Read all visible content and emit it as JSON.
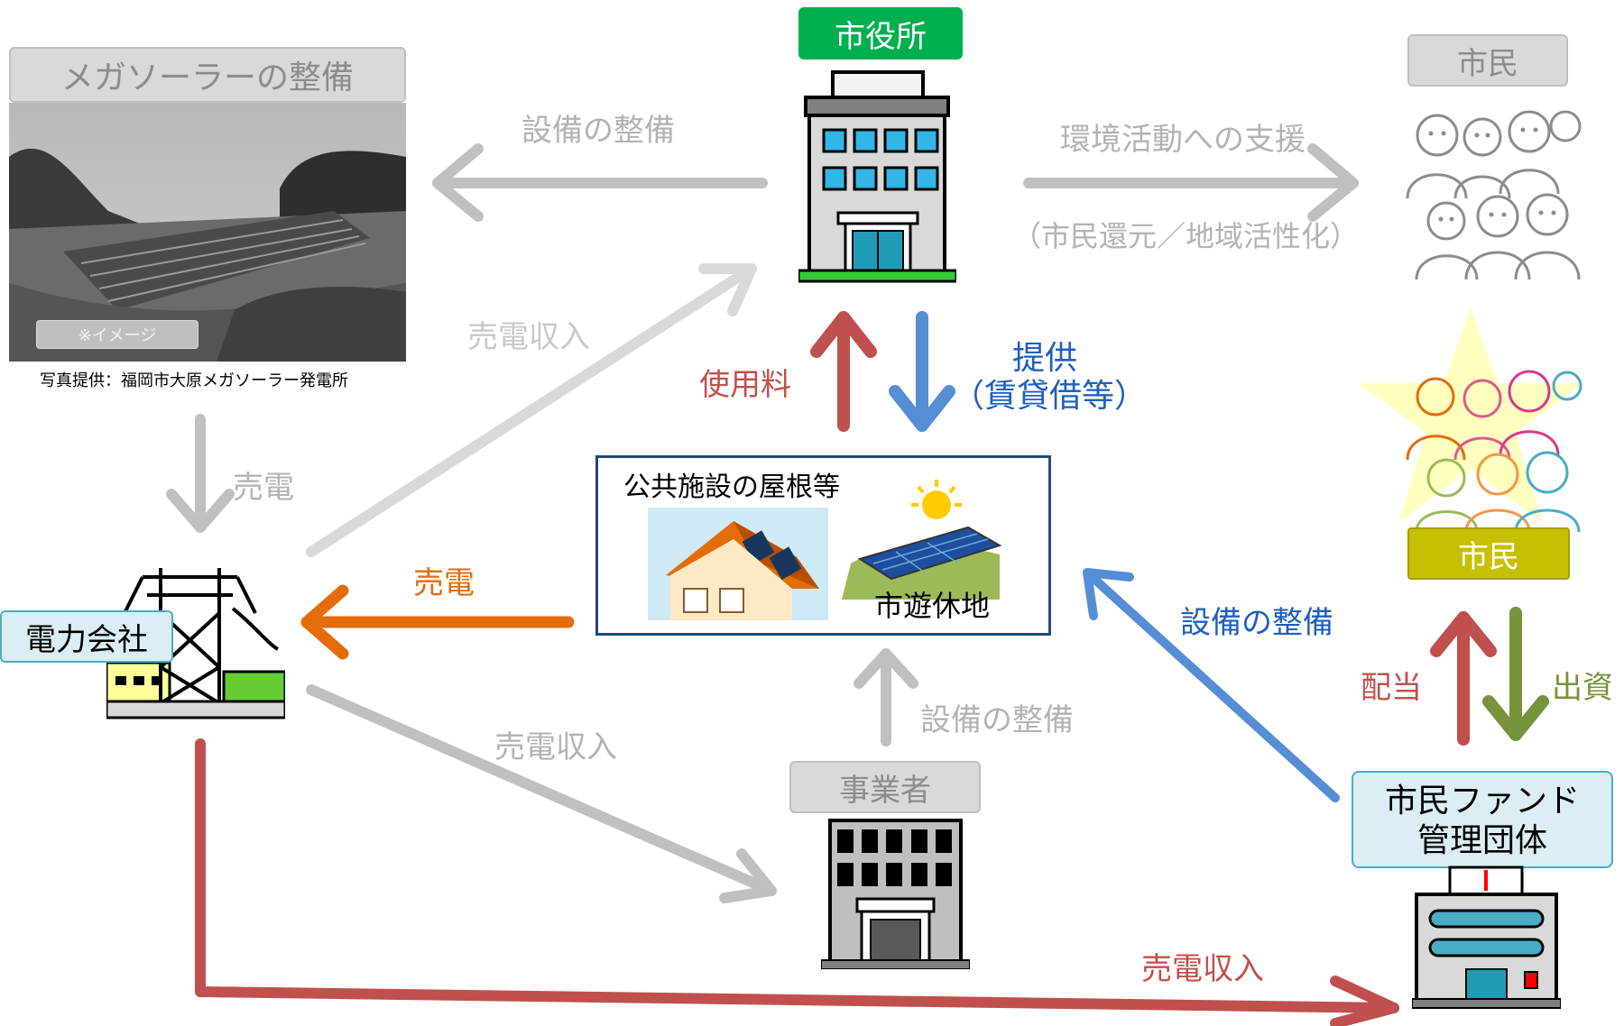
{
  "city_hall": {
    "label": "市役所"
  },
  "mega_solar": {
    "title": "メガソーラーの整備",
    "photo_caption": "※イメージ",
    "credit": "写真提供：福岡市大原メガソーラー発電所"
  },
  "citizens_top": {
    "label": "市民"
  },
  "citizens_bottom": {
    "label": "市民"
  },
  "power_company": {
    "label": "電力会社"
  },
  "public_facilities": {
    "title": "公共施設の屋根等",
    "idle_land": "市遊休地"
  },
  "business": {
    "label": "事業者"
  },
  "fund": {
    "label_line1": "市民ファンド",
    "label_line2": "管理団体"
  },
  "arrows": {
    "cityhall_to_megasolar": "設備の整備",
    "cityhall_to_citizens": "環境活動への支援",
    "cityhall_to_citizens_sub": "（市民還元／地域活性化）",
    "power_to_cityhall": "売電収入",
    "megasolar_to_power": "売電",
    "facility_to_cityhall": "使用料",
    "cityhall_to_facility_1": "提供",
    "cityhall_to_facility_2": "（賃貸借等）",
    "facility_to_power": "売電",
    "fund_to_facility": "設備の整備",
    "business_to_facility": "設備の整備",
    "power_to_business": "売電収入",
    "fund_to_citizens": "配当",
    "citizens_to_fund": "出資",
    "power_to_fund": "売電収入"
  },
  "colors": {
    "gray": "#c0c0c0",
    "red": "#c0504d",
    "blue": "#558ed5",
    "orange": "#e46c0a",
    "green": "#77933c",
    "cityhall_green": "#00b050",
    "olive": "#c6c000"
  }
}
